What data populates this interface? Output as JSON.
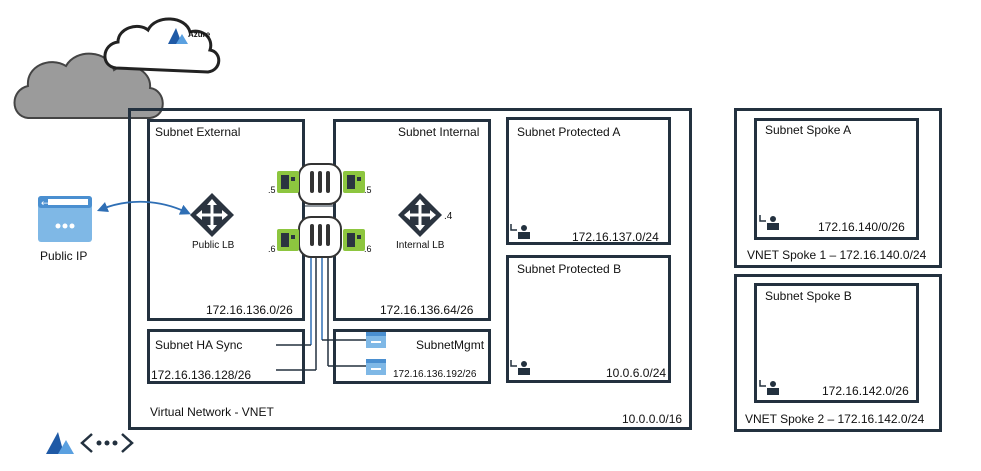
{
  "cloud": {
    "label": "Azure"
  },
  "public_ip": {
    "label": "Public IP"
  },
  "vnet": {
    "label": "Virtual Network - VNET",
    "cidr": "10.0.0.0/16"
  },
  "subnets": {
    "external": {
      "label": "Subnet External",
      "cidr": "172.16.136.0/26"
    },
    "internal": {
      "label": "Subnet Internal",
      "cidr": "172.16.136.64/26"
    },
    "ha_sync": {
      "label": "Subnet HA Sync",
      "cidr": "172.16.136.128/26"
    },
    "mgmt": {
      "label": "SubnetMgmt",
      "cidr": "172.16.136.192/26"
    },
    "protected_a": {
      "label": "Subnet Protected A",
      "cidr": "172.16.137.0/24"
    },
    "protected_b": {
      "label": "Subnet Protected B",
      "cidr": "10.0.6.0/24"
    }
  },
  "load_balancers": {
    "public": {
      "label": "Public LB"
    },
    "internal": {
      "label": "Internal LB",
      "ip_suffix": ".4"
    }
  },
  "nic_suffixes": {
    "ext_top": ".5",
    "ext_bottom": ".6",
    "int_top": ".5",
    "int_bottom": ".6"
  },
  "spokes": [
    {
      "subnet_label": "Subnet Spoke A",
      "subnet_cidr": "172.16.140/0/26",
      "vnet_label": "VNET Spoke 1 – 172.16.140.0/24"
    },
    {
      "subnet_label": "Subnet Spoke B",
      "subnet_cidr": "172.16.142.0/26",
      "vnet_label": "VNET Spoke 2 – 172.16.142.0/24"
    }
  ],
  "colors": {
    "border": "#23313f",
    "cloud": "#9b9b9b",
    "azure_blue": "#1f5aa6",
    "nic_green": "#8dc63f",
    "link_blue": "#2f6fb5"
  },
  "icons": [
    "cloud-icon",
    "azure-logo-icon",
    "public-ip-icon",
    "load-balancer-icon",
    "firewall-icon",
    "nic-icon",
    "vm-icon",
    "workload-icon",
    "vnet-icon"
  ]
}
